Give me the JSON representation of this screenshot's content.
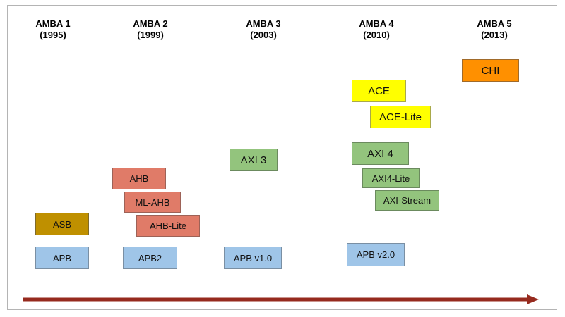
{
  "eras": [
    {
      "name": "AMBA 1",
      "year": "(1995)"
    },
    {
      "name": "AMBA 2",
      "year": "(1999)"
    },
    {
      "name": "AMBA 3",
      "year": "(2003)"
    },
    {
      "name": "AMBA 4",
      "year": "(2010)"
    },
    {
      "name": "AMBA 5",
      "year": "(2013)"
    }
  ],
  "protocols": {
    "asb": "ASB",
    "apb": "APB",
    "ahb": "AHB",
    "ml_ahb": "ML-AHB",
    "ahb_lite": "AHB-Lite",
    "apb2": "APB2",
    "axi3": "AXI 3",
    "apb_v1": "APB v1.0",
    "ace": "ACE",
    "ace_lite": "ACE-Lite",
    "axi4": "AXI 4",
    "axi4_lite": "AXI4-Lite",
    "axi_stream": "AXI-Stream",
    "apb_v2": "APB v2.0",
    "chi": "CHI"
  },
  "colors": {
    "apb_family": "#9fc5e8",
    "ahb_family": "#e07b68",
    "asb": "#bf9000",
    "axi_family": "#93c47d",
    "ace_family": "#ffff00",
    "chi": "#ff9000",
    "arrow": "#962a1e"
  }
}
